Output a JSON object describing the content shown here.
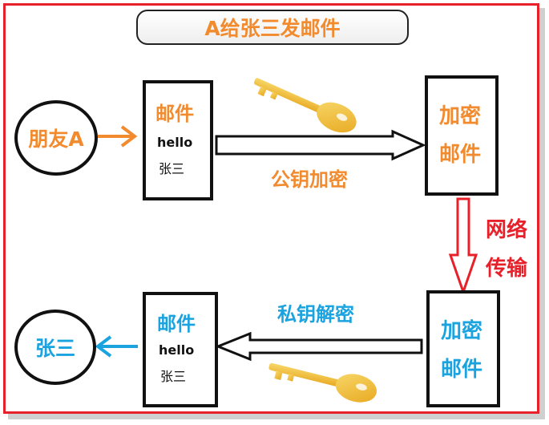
{
  "title": "A给张三发邮件",
  "top": {
    "friend": "朋友A",
    "mail_title": "邮件",
    "mail_line1": "hello",
    "mail_line2": "张三",
    "encrypt_label": "公钥加密",
    "encrypted_line1": "加密",
    "encrypted_line2": "邮件"
  },
  "network": {
    "line1": "网络",
    "line2": "传输"
  },
  "bottom": {
    "encrypted_line1": "加密",
    "encrypted_line2": "邮件",
    "decrypt_label": "私钥解密",
    "mail_title": "邮件",
    "mail_line1": "hello",
    "mail_line2": "张三",
    "recipient": "张三"
  },
  "colors": {
    "orange": "#f28a2e",
    "blue": "#1aa3df",
    "red": "#e8202a",
    "key_gold": "#f2c23a"
  },
  "icons": [
    "key-icon",
    "key-icon"
  ]
}
